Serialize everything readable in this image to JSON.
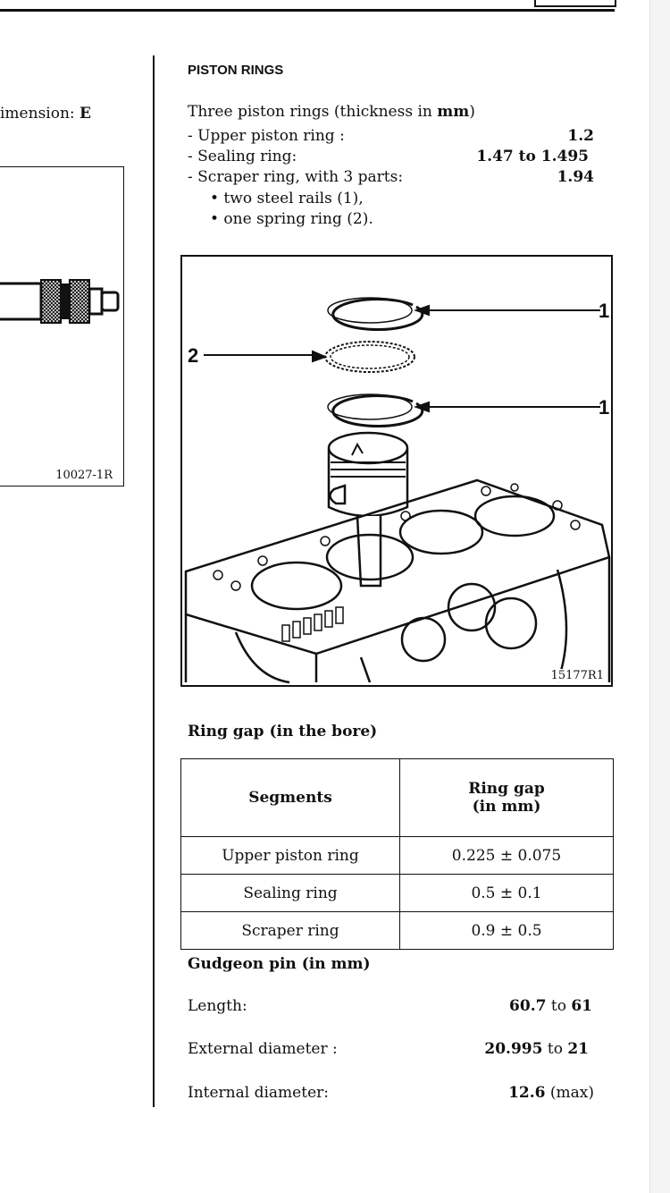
{
  "left": {
    "dimension_label": "imension: ",
    "dimension_bold": "E",
    "figure_caption": "10027-1R"
  },
  "heading": "PISTON RINGS",
  "intro": {
    "text": "Three piston rings (thickness in ",
    "unit": "mm",
    "close": ")"
  },
  "rings": [
    {
      "label": "-   Upper piston ring :",
      "value": "1.2"
    },
    {
      "label": "-   Sealing ring:",
      "value": "1.47 to 1.495"
    },
    {
      "label": "-   Scraper ring, with 3 parts:",
      "value": "1.94"
    }
  ],
  "scraper_parts": [
    "•  two steel rails (1),",
    "•  one spring ring (2)."
  ],
  "figure": {
    "caption": "15177R1",
    "label_1_top": "1",
    "label_2": "2",
    "label_1_bottom": "1"
  },
  "ring_gap": {
    "title": "Ring gap (in the bore)",
    "col_segments": "Segments",
    "col_gap_line1": "Ring gap",
    "col_gap_line2": "(in mm)",
    "rows": [
      {
        "segment": "Upper piston ring",
        "gap": "0.225 ± 0.075"
      },
      {
        "segment": "Sealing ring",
        "gap": "0.5 ± 0.1"
      },
      {
        "segment": "Scraper ring",
        "gap": "0.9 ± 0.5"
      }
    ]
  },
  "gudgeon": {
    "title": "Gudgeon pin (in mm)",
    "length_label": "Length:",
    "length_min": "60.7",
    "length_to": " to ",
    "length_max": "61",
    "ext_label": "External diameter :",
    "ext_min": "20.995",
    "ext_to": " to ",
    "ext_max": "21",
    "int_label": "Internal diameter:",
    "int_value": "12.6",
    "int_note": " (max)"
  }
}
